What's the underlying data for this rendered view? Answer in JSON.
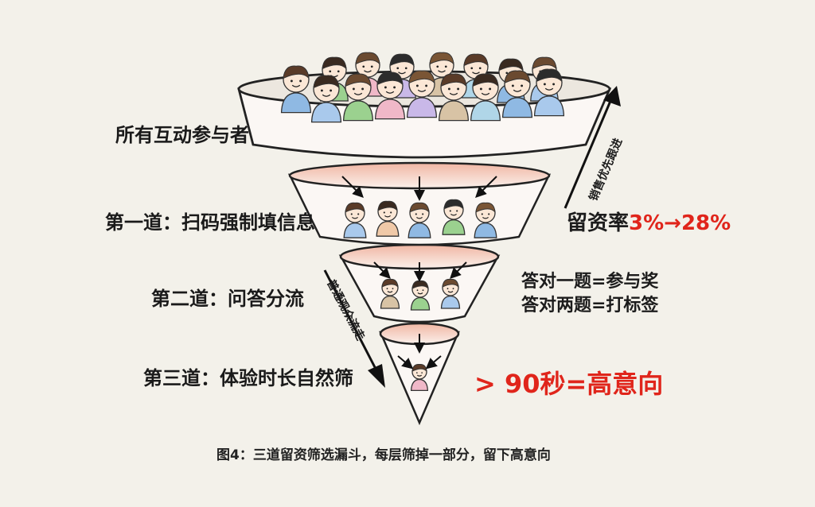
{
  "labels": {
    "layer0": "所有互动参与者",
    "layer1": "第一道：扫码强制填信息",
    "layer2": "第二道：问答分流",
    "layer3": "第三道：体验时长自然筛"
  },
  "retention": {
    "prefix": "留资率",
    "highlight": "3%→28%"
  },
  "rules": {
    "line1": "答对一题=参与奖",
    "line2": "答对两题=打标签"
  },
  "intent": "> 90秒=高意向",
  "arrows": {
    "sales": "销售优先跟进",
    "normal": "普通观众流走"
  },
  "caption": "图4：三道留资筛选漏斗，每层筛掉一部分，留下高意向",
  "colors": {
    "highlight": "#e0251b",
    "funnel_fill": "#f4d9cf",
    "funnel_rim": "#e9a896"
  }
}
